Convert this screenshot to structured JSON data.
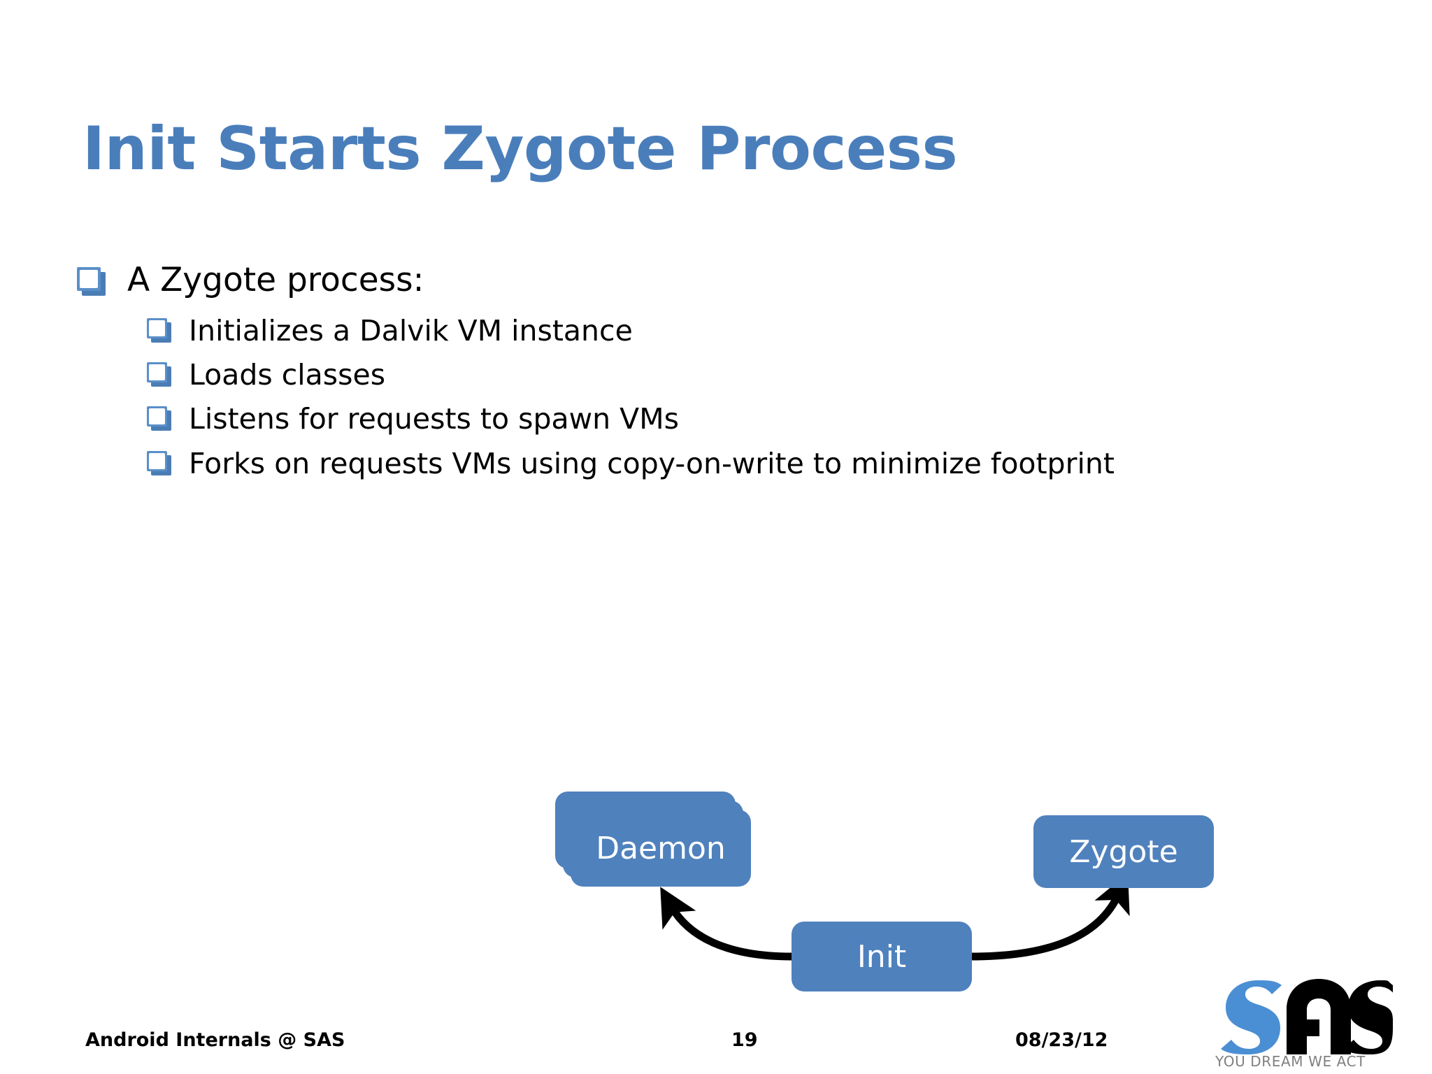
{
  "slide": {
    "title": "Init Starts Zygote Process",
    "background_color": "#FFFFFF",
    "title_color": "#4A7EBB",
    "accent_color": "#4F81BD"
  },
  "content": {
    "bullets": [
      {
        "level": 1,
        "text": "A Zygote process:",
        "bullet_icon": "square-bullet-icon"
      },
      {
        "level": 2,
        "text": "Initializes a Dalvik VM instance",
        "bullet_icon": "square-bullet-icon"
      },
      {
        "level": 2,
        "text": "Loads classes",
        "bullet_icon": "square-bullet-icon"
      },
      {
        "level": 2,
        "text": "Listens for requests to spawn VMs",
        "bullet_icon": "square-bullet-icon"
      },
      {
        "level": 2,
        "text": "Forks on requests VMs using copy-on-write to minimize footprint",
        "bullet_icon": "square-bullet-icon"
      }
    ]
  },
  "diagram": {
    "type": "process-flow",
    "nodes": [
      {
        "id": "daemon",
        "label": "Daemon",
        "shape": "stacked-rounded-rect",
        "fill": "#4F81BD",
        "text_color": "#FFFFFF"
      },
      {
        "id": "zygote",
        "label": "Zygote",
        "shape": "rounded-rect",
        "fill": "#4F81BD",
        "text_color": "#FFFFFF"
      },
      {
        "id": "init",
        "label": "Init",
        "shape": "rounded-rect",
        "fill": "#4F81BD",
        "text_color": "#FFFFFF"
      }
    ],
    "edges": [
      {
        "from": "init",
        "to": "daemon",
        "style": "curved-arrow",
        "color": "#000000"
      },
      {
        "from": "init",
        "to": "zygote",
        "style": "curved-arrow",
        "color": "#000000"
      }
    ]
  },
  "footer": {
    "left": "Android Internals @ SAS",
    "page_number": "19",
    "date": "08/23/12"
  },
  "logo": {
    "text": "SAS",
    "tagline": "YOU DREAM WE ACT",
    "s1_color": "#4A8FD4",
    "a_color": "#000000",
    "s2_color": "#000000",
    "tagline_color": "#808080"
  }
}
